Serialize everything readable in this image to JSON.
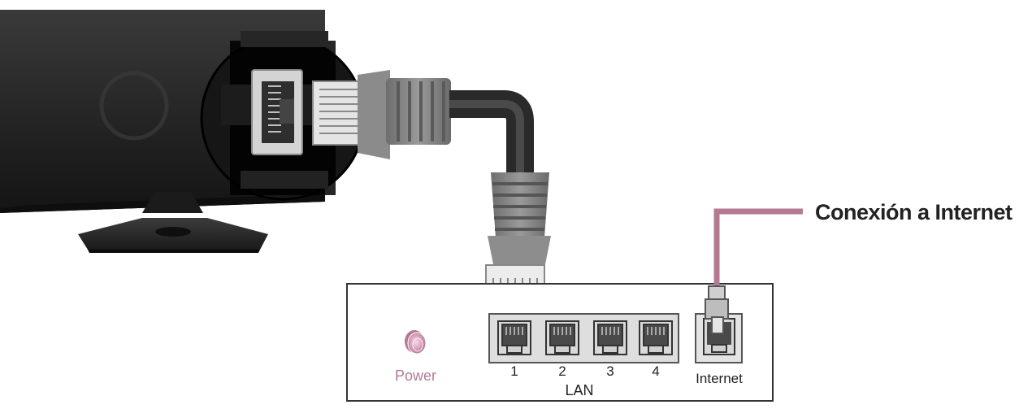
{
  "diagram": {
    "callout_label": "Conexión a Internet",
    "router": {
      "power_label": "Power",
      "lan_ports": [
        "1",
        "2",
        "3",
        "4"
      ],
      "lan_label": "LAN",
      "internet_label": "Internet"
    },
    "colors": {
      "internet_cable": "#b57a91",
      "power_led": "#c58aa6",
      "tv_body": "#222222",
      "router_outline": "#333333",
      "port_panel": "#dedede"
    },
    "icons": [
      "tv-icon",
      "ethernet-cable-icon",
      "router-icon",
      "power-led-icon",
      "rj45-port-icon"
    ]
  }
}
